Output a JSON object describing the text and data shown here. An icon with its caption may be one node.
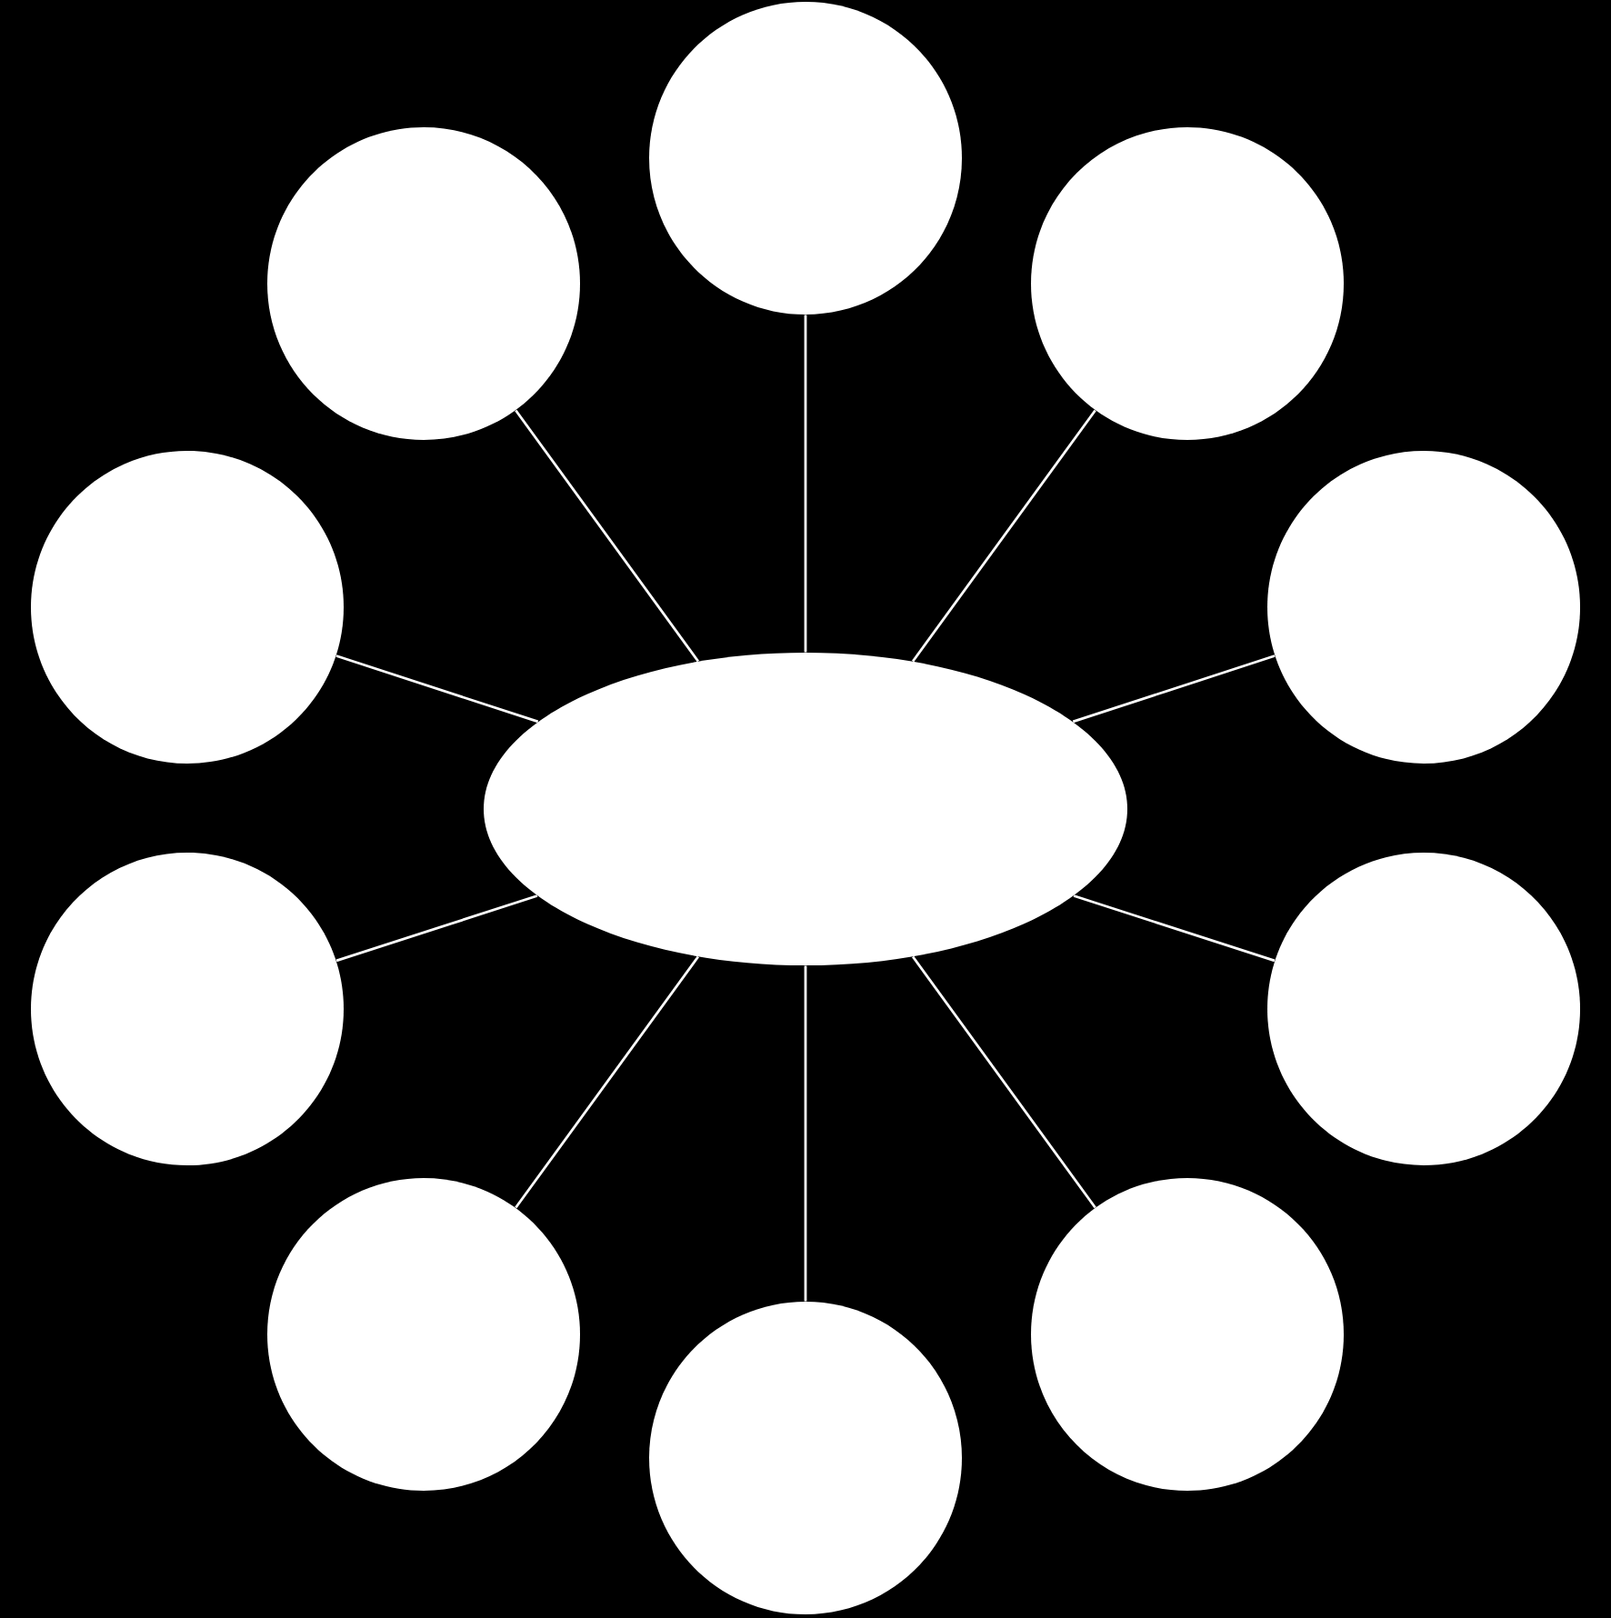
{
  "diagram": {
    "nodes": [
      {
        "text": [],
        "shape": "circle"
      },
      {
        "text": [],
        "shape": "circle"
      },
      {
        "text": [],
        "shape": "circle"
      },
      {
        "text": [],
        "shape": "circle"
      },
      {
        "text": [],
        "shape": "circle"
      },
      {
        "text": [],
        "shape": "ellipse"
      },
      {
        "text": [],
        "shape": "circle"
      },
      {
        "text": [],
        "shape": "circle"
      },
      {
        "text": [],
        "shape": "circle"
      },
      {
        "text": [],
        "shape": "circle"
      },
      {
        "text": [],
        "shape": "circle"
      }
    ],
    "edges": [
      {
        "from": 5,
        "to": 0,
        "arrow": "none"
      },
      {
        "from": 5,
        "to": 1,
        "arrow": "none"
      },
      {
        "from": 5,
        "to": 2,
        "arrow": "none"
      },
      {
        "from": 5,
        "to": 3,
        "arrow": "none"
      },
      {
        "from": 5,
        "to": 4,
        "arrow": "none"
      },
      {
        "from": 5,
        "to": 6,
        "arrow": "none"
      },
      {
        "from": 5,
        "to": 7,
        "arrow": "none"
      },
      {
        "from": 5,
        "to": 8,
        "arrow": "none"
      },
      {
        "from": 5,
        "to": 9,
        "arrow": "none"
      },
      {
        "from": 5,
        "to": 10,
        "arrow": "none"
      }
    ]
  }
}
